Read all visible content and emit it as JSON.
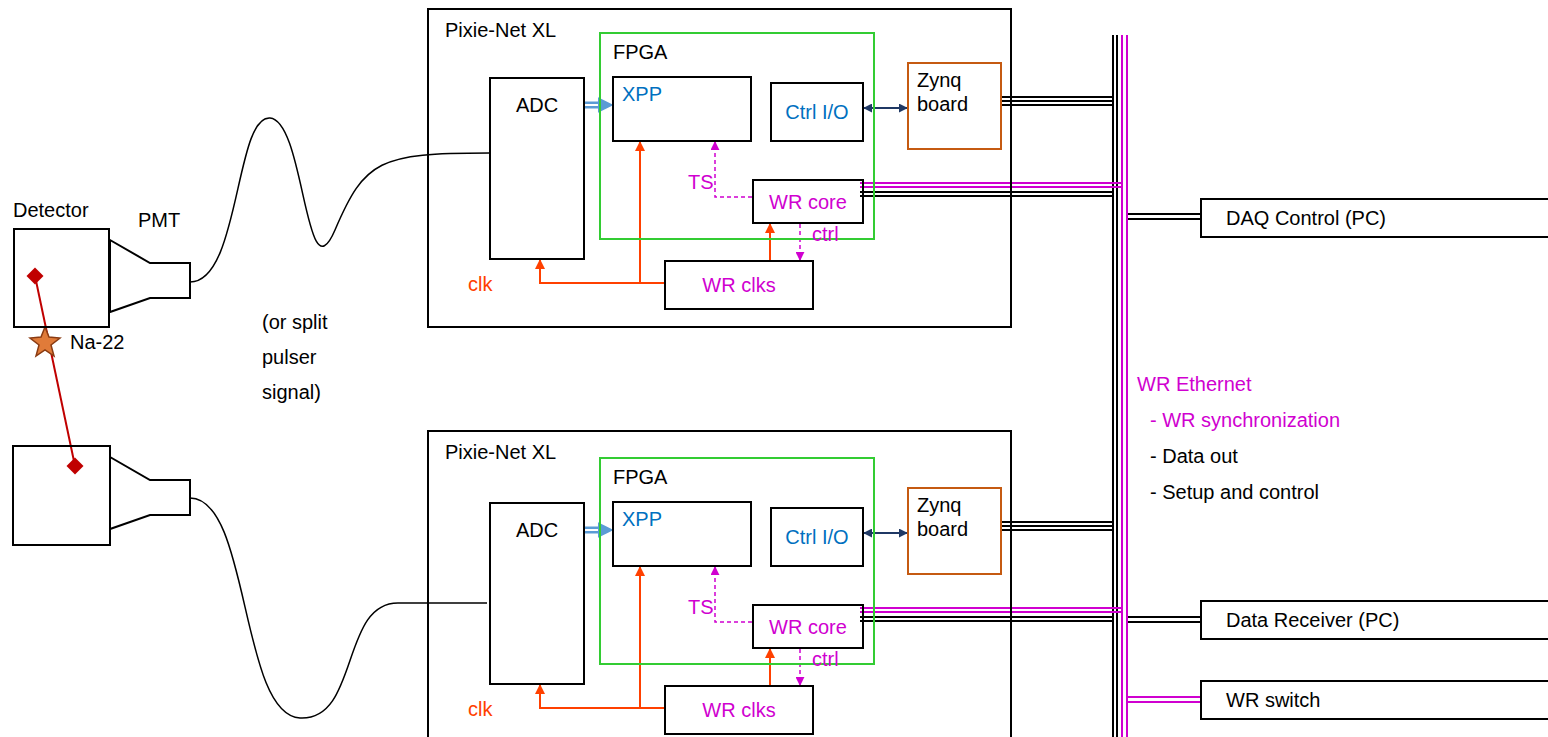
{
  "diagram": {
    "nodes": [
      {
        "text": [
          "Detector"
        ]
      },
      {
        "text": [
          "PMT"
        ]
      },
      {
        "text": [
          "Pixie-Net XL"
        ]
      },
      {
        "text": [
          "ADC"
        ],
        "in": 2
      },
      {
        "text": [
          "FPGA"
        ],
        "in": 2
      },
      {
        "text": [
          "XPP"
        ],
        "in": 4
      },
      {
        "text": [
          "Ctrl I/O"
        ],
        "in": 4
      },
      {
        "text": [
          "WR core"
        ],
        "in": 4
      },
      {
        "text": [
          "Zynq board"
        ],
        "in": 2
      },
      {
        "text": [
          "WR clks"
        ],
        "in": 2
      },
      {
        "text": [
          "Pixie-Net XL"
        ]
      },
      {
        "text": [
          "ADC"
        ],
        "in": 10
      },
      {
        "text": [
          "FPGA"
        ],
        "in": 10
      },
      {
        "text": [
          "XPP"
        ],
        "in": 12
      },
      {
        "text": [
          "Ctrl I/O"
        ],
        "in": 12
      },
      {
        "text": [
          "WR core"
        ],
        "in": 12
      },
      {
        "text": [
          "Zynq board"
        ],
        "in": 10
      },
      {
        "text": [
          "WR clks"
        ],
        "in": 10
      },
      {
        "text": [
          "DAQ Control (PC)"
        ]
      },
      {
        "text": [
          "Data Receiver (PC)"
        ]
      },
      {
        "text": [
          "WR switch"
        ]
      }
    ],
    "edges": [
      {
        "from": 1,
        "to": 3,
        "arrow": "none"
      },
      {
        "from": 3,
        "to": 5,
        "arrow": "to"
      },
      {
        "from": 6,
        "to": 8,
        "arrow": "both"
      },
      {
        "from": 9,
        "to": 3,
        "arrow": "to"
      },
      {
        "from": 9,
        "to": 5,
        "arrow": "to"
      },
      {
        "from": 9,
        "to": 7,
        "arrow": "to"
      },
      {
        "from": 7,
        "to": 5,
        "arrow": "to"
      },
      {
        "from": 7,
        "to": 9,
        "arrow": "to"
      },
      {
        "from": 11,
        "to": 13,
        "arrow": "to"
      },
      {
        "from": 14,
        "to": 16,
        "arrow": "both"
      },
      {
        "from": 17,
        "to": 11,
        "arrow": "to"
      },
      {
        "from": 17,
        "to": 13,
        "arrow": "to"
      },
      {
        "from": 17,
        "to": 15,
        "arrow": "to"
      },
      {
        "from": 15,
        "to": 13,
        "arrow": "to"
      },
      {
        "from": 15,
        "to": 17,
        "arrow": "to"
      }
    ],
    "labels": [
      "Na-22",
      "(or split pulser signal)",
      "clk",
      "TS",
      "ctrl",
      "clk",
      "TS",
      "ctrl",
      "WR Ethernet",
      "- WR synchronization",
      "- Data out",
      "- Setup and control"
    ]
  }
}
